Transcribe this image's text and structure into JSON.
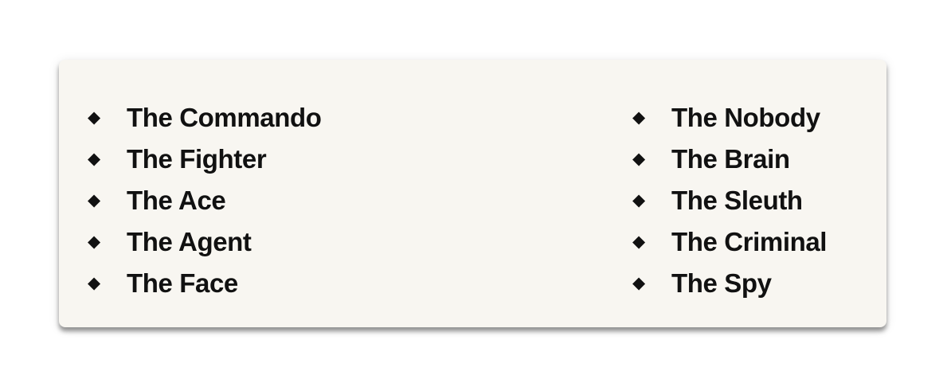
{
  "list": {
    "left": [
      "The Commando",
      "The Fighter",
      "The Ace",
      "The Agent",
      "The Face"
    ],
    "right": [
      "The Nobody",
      "The Brain",
      "The Sleuth",
      "The Criminal",
      "The Spy"
    ],
    "bullet_icon": "diamond-bullet-icon",
    "bullet_char": "◆"
  },
  "colors": {
    "card_background": "#f8f6f1",
    "text": "#111111",
    "page_background": "#ffffff"
  }
}
